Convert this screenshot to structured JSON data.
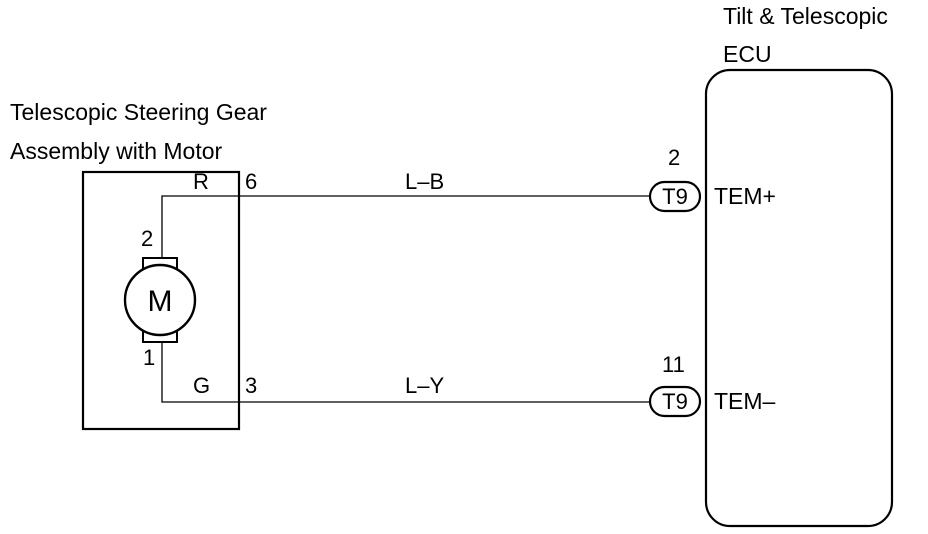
{
  "ecu": {
    "title_line1": "Tilt & Telescopic",
    "title_line2": "ECU"
  },
  "motor_assembly": {
    "title_line1": "Telescopic Steering Gear",
    "title_line2": "Assembly with Motor",
    "motor_symbol": "M",
    "motor_pin_top": "2",
    "motor_pin_bottom": "1",
    "terminal_top_color": "R",
    "terminal_top_pin": "6",
    "terminal_bottom_color": "G",
    "terminal_bottom_pin": "3"
  },
  "wires": [
    {
      "color_code": "L–B",
      "ecu_pin": "2",
      "connector": "T9",
      "ecu_terminal": "TEM+"
    },
    {
      "color_code": "L–Y",
      "ecu_pin": "11",
      "connector": "T9",
      "ecu_terminal": "TEM–"
    }
  ]
}
